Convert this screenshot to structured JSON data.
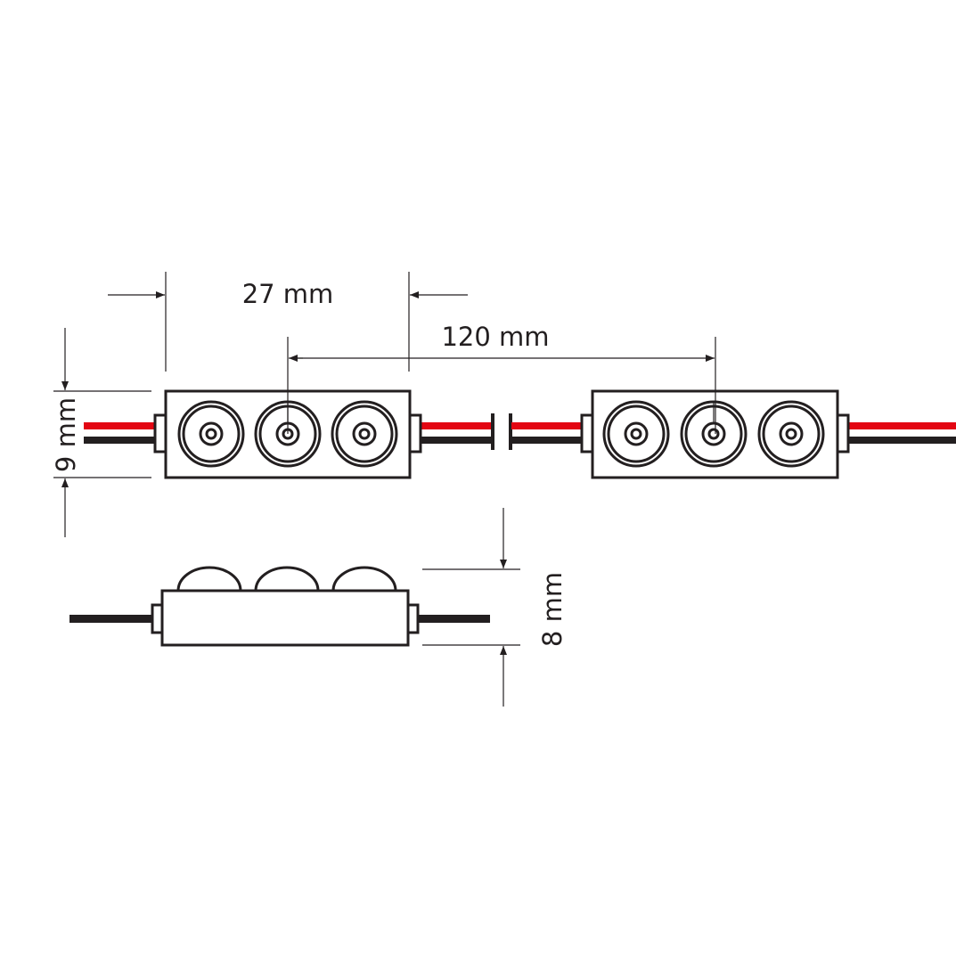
{
  "title": "LED module dimensions",
  "dimensions": {
    "module_length": "27 mm",
    "pitch": "120 mm",
    "module_width": "9 mm",
    "module_height": "8 mm"
  },
  "colors": {
    "wire_positive": "#e30613",
    "wire_negative": "#231f20",
    "line": "#231f20"
  }
}
